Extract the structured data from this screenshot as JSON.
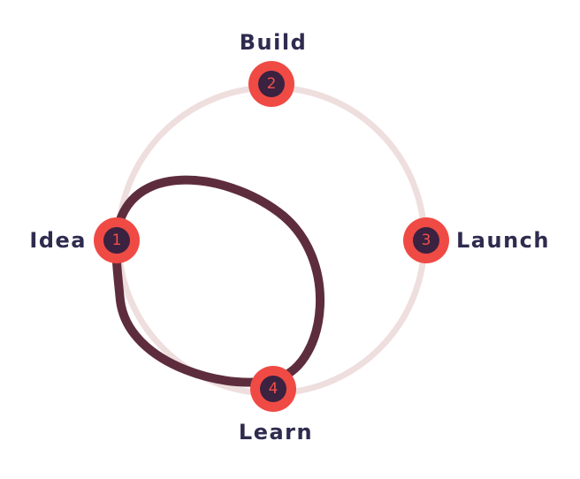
{
  "colors": {
    "ring": "#efdede",
    "loop": "#5e2d3d",
    "node_outer": "#f04a45",
    "node_inner": "#3a2240",
    "number_text": "#f0504a",
    "label_text": "#2f2b4f"
  },
  "stages": [
    {
      "number": "1",
      "label": "Idea"
    },
    {
      "number": "2",
      "label": "Build"
    },
    {
      "number": "3",
      "label": "Launch"
    },
    {
      "number": "4",
      "label": "Learn"
    }
  ]
}
